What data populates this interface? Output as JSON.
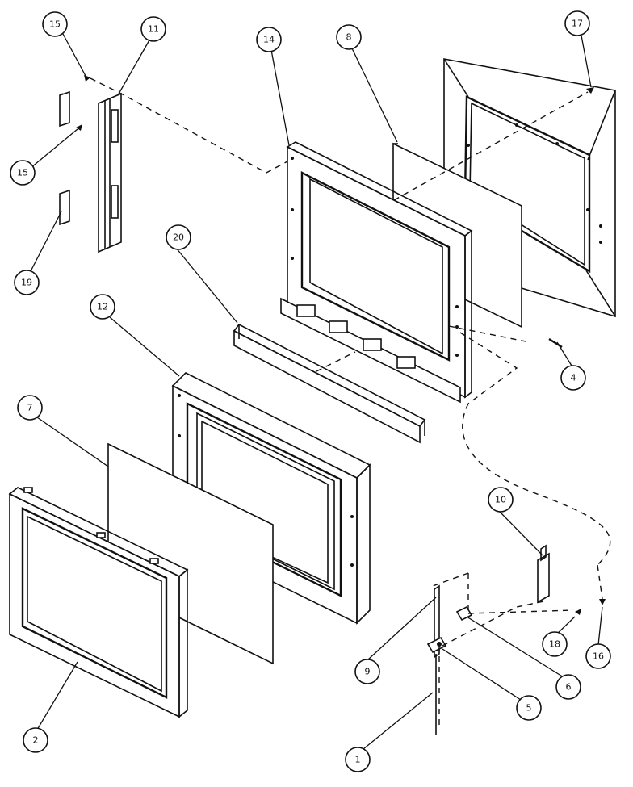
{
  "callouts": [
    {
      "id": "c15a",
      "label": "15"
    },
    {
      "id": "c11",
      "label": "11"
    },
    {
      "id": "c14",
      "label": "14"
    },
    {
      "id": "c8",
      "label": "8"
    },
    {
      "id": "c17",
      "label": "17"
    },
    {
      "id": "c15b",
      "label": "15"
    },
    {
      "id": "c19",
      "label": "19"
    },
    {
      "id": "c20",
      "label": "20"
    },
    {
      "id": "c12",
      "label": "12"
    },
    {
      "id": "c4",
      "label": "4"
    },
    {
      "id": "c7",
      "label": "7"
    },
    {
      "id": "c10",
      "label": "10"
    },
    {
      "id": "c9",
      "label": "9"
    },
    {
      "id": "c18",
      "label": "18"
    },
    {
      "id": "c16",
      "label": "16"
    },
    {
      "id": "c6",
      "label": "6"
    },
    {
      "id": "c5",
      "label": "5"
    },
    {
      "id": "c2",
      "label": "2"
    },
    {
      "id": "c1",
      "label": "1"
    }
  ]
}
